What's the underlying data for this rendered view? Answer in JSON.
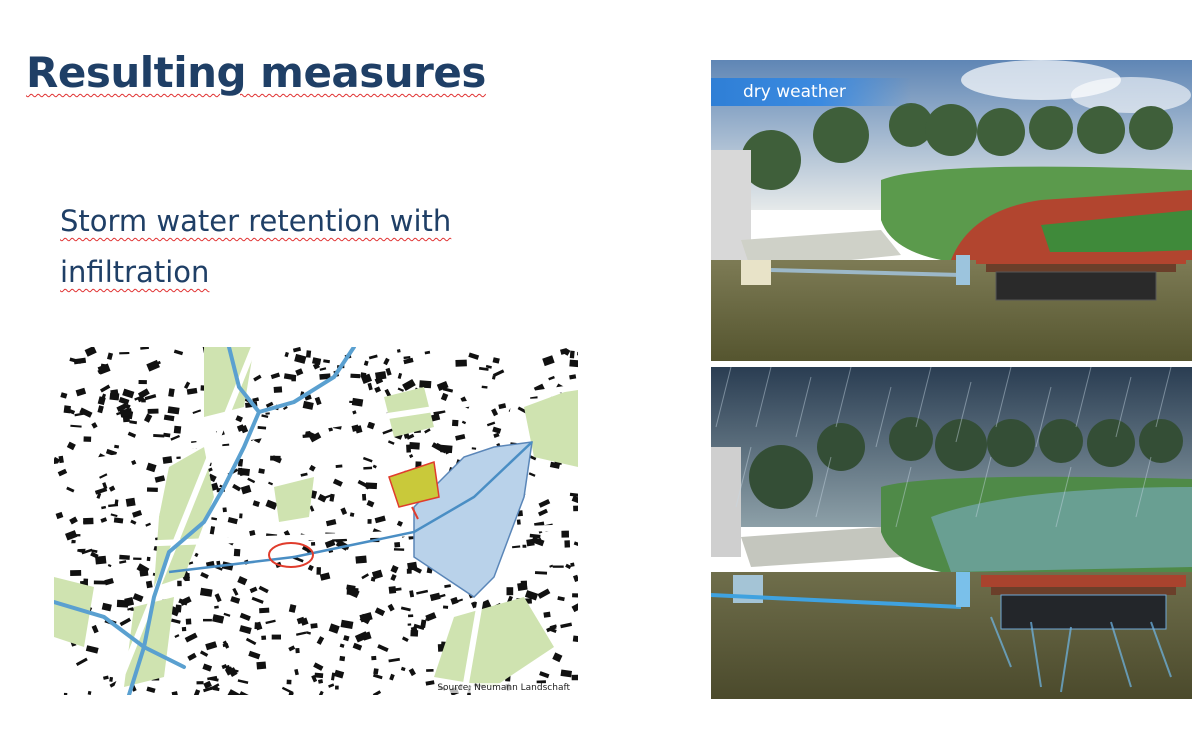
{
  "slide": {
    "title": "Resulting measures",
    "subtitle": "Storm water retention with infiltration"
  },
  "map": {
    "source": "Source: Neumann Landschaft",
    "colors": {
      "water": "#5aa0d0",
      "green": "#cfe3b0",
      "retention_area": "#b9d2ea",
      "marker": "#e03c2c",
      "buildings": "#111111"
    }
  },
  "illustrations": {
    "dry": {
      "label": "dry weather"
    },
    "wet": {
      "label": ""
    }
  },
  "colors": {
    "title": "#1f3f66",
    "label_bar": "#2f7fd6",
    "track": "#b2452f",
    "field": "#3f8a3a",
    "soil": "#6b6a42"
  }
}
